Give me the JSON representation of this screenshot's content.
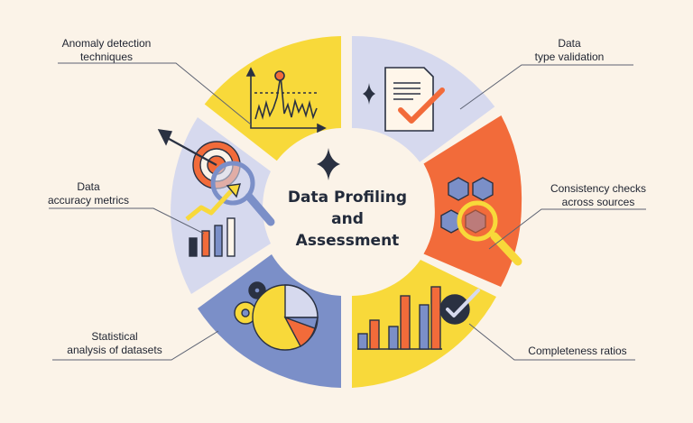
{
  "center": {
    "title_line1": "Data Profiling",
    "title_line2": "and",
    "title_line3": "Assessment"
  },
  "segments": [
    {
      "id": "anomaly",
      "line1": "Anomaly detection",
      "line2": "techniques",
      "icon": "line-chart-icon"
    },
    {
      "id": "type",
      "line1": "Data",
      "line2": "type validation",
      "icon": "checked-document-icon"
    },
    {
      "id": "consistency",
      "line1": "Consistency checks",
      "line2": "across sources",
      "icon": "cubes-magnifier-icon"
    },
    {
      "id": "completeness",
      "line1": "Completeness ratios",
      "line2": "",
      "icon": "bar-chart-checkmark-icon"
    },
    {
      "id": "statistical",
      "line1": "Statistical",
      "line2": "analysis of datasets",
      "icon": "pie-chart-gear-icon"
    },
    {
      "id": "accuracy",
      "line1": "Data",
      "line2": "accuracy metrics",
      "icon": "target-arrow-icon"
    }
  ],
  "colors": {
    "background": "#fbf3e8",
    "yellow": "#f8d93a",
    "lavender": "#d6d9ee",
    "orange": "#f26b3a",
    "blue": "#7b8fc8",
    "outline": "#2a3142"
  }
}
